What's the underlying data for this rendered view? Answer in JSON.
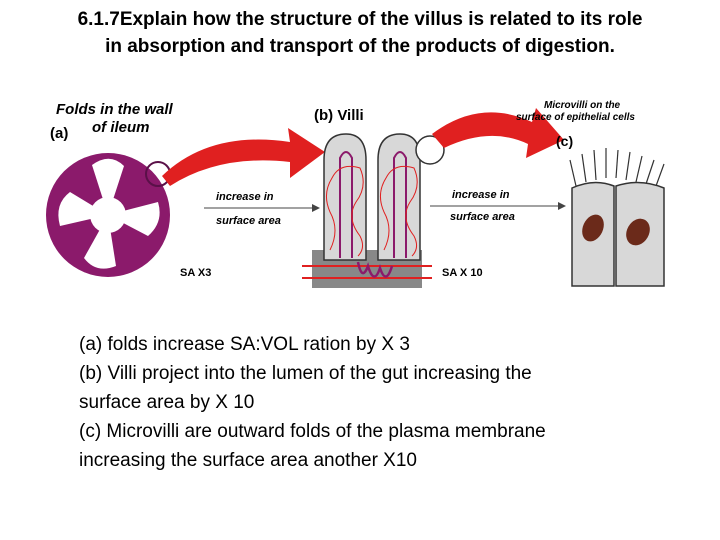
{
  "title": {
    "line1": "6.1.7Explain how the structure of the villus is related to its role",
    "line2": "in absorption and transport of the products of digestion."
  },
  "diagram": {
    "label_a_line1": "Folds in the wall",
    "label_a_line2": "of ileum",
    "marker_a": "(a)",
    "label_b": "(b) Villi",
    "label_c_line1": "Microvilli on the",
    "label_c_line2": "surface of epithelial cells",
    "marker_c": "(c)",
    "increase1_line1": "increase in",
    "increase1_line2": "surface area",
    "increase2_line1": "increase in",
    "increase2_line2": "surface area",
    "sa1": "SA X3",
    "sa2": "SA X 10",
    "colors": {
      "fold": "#8b1a6b",
      "arrow": "#e02020",
      "cell": "#d8d8d8",
      "nucleus": "#6b2a1a"
    }
  },
  "caption": {
    "line1": "(a) folds increase SA:VOL ration by X 3",
    "line2": "(b) Villi project into the lumen of the gut increasing the",
    "line3": "surface area by X 10",
    "line4": "(c) Microvilli are outward folds of the plasma membrane",
    "line5": "increasing the surface area another X10"
  }
}
